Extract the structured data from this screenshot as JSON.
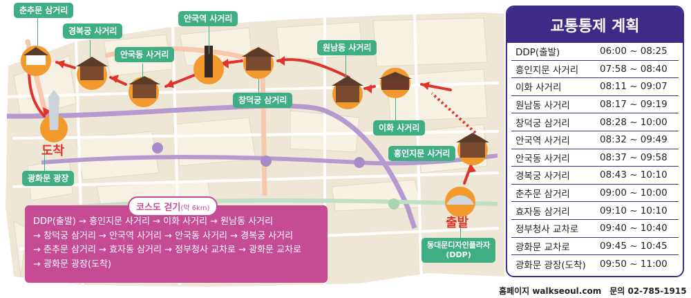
{
  "locations": {
    "chunchumun": "춘추문 삼거리",
    "gyeongbokgung": "경복궁 사거리",
    "anguk_station": "안국역 사거리",
    "angukdong": "안국동 사거리",
    "wonnamdong": "원남동 사거리",
    "changdeokgung": "창덕궁 삼거리",
    "ihwa": "이화 사거리",
    "heunginjimun": "흥인지문 사거리",
    "gwanghwamun": "광화문 광장",
    "ddp": "동대문디자인플라자\n(DDP)"
  },
  "markers": {
    "start": "출발",
    "arrival": "도착"
  },
  "schedule": {
    "title": "교통통제 계획",
    "rows": [
      {
        "name": "DDP(출발)",
        "time": "06:00 ~ 08:25"
      },
      {
        "name": "흥인지문 사거리",
        "time": "07:58 ~ 08:40"
      },
      {
        "name": "이화 사거리",
        "time": "08:11 ~ 09:07"
      },
      {
        "name": "원남동 사거리",
        "time": "08:17 ~ 09:19"
      },
      {
        "name": "창덕궁 삼거리",
        "time": "08:28 ~ 10:00"
      },
      {
        "name": "안국역 사거리",
        "time": "08:32 ~ 09:49"
      },
      {
        "name": "안국동 사거리",
        "time": "08:37 ~ 09:58"
      },
      {
        "name": "경복궁 사거리",
        "time": "08:43 ~ 10:10"
      },
      {
        "name": "춘추문 삼거리",
        "time": "09:00 ~ 10:00"
      },
      {
        "name": "효자동 삼거리",
        "time": "09:10 ~ 10:10"
      },
      {
        "name": "정부청사 교차로",
        "time": "09:40 ~ 10:40"
      },
      {
        "name": "광화문 교차로",
        "time": "09:45 ~ 10:45"
      },
      {
        "name": "광화문 광장(도착)",
        "time": "09:50 ~ 11:00"
      }
    ]
  },
  "course": {
    "title": "코스도 걷기",
    "distance": "(약 6km)",
    "lines": [
      "DDP(출발) → 흥인지문 사거리 → 이화 사거리 → 원남동 사거리",
      "→ 창덕궁 삼거리 → 안국역 사거리 → 안국동 사거리 → 경복궁 사거리",
      "→ 춘추문 삼거리 → 효자동 삼거리 → 정부청사 교차로 → 광화문 교차로",
      "→ 광화문 광장(도착)"
    ]
  },
  "footer": {
    "homepage": "홈페이지 walkseoul.com",
    "contact": "문의 02-785-1915"
  },
  "colors": {
    "label_green": "#3fae84",
    "route_red": "#e0332b",
    "panel_purple": "#3e2b87",
    "course_pink": "#c54b94",
    "landmark_orange": "#f39a2e"
  }
}
